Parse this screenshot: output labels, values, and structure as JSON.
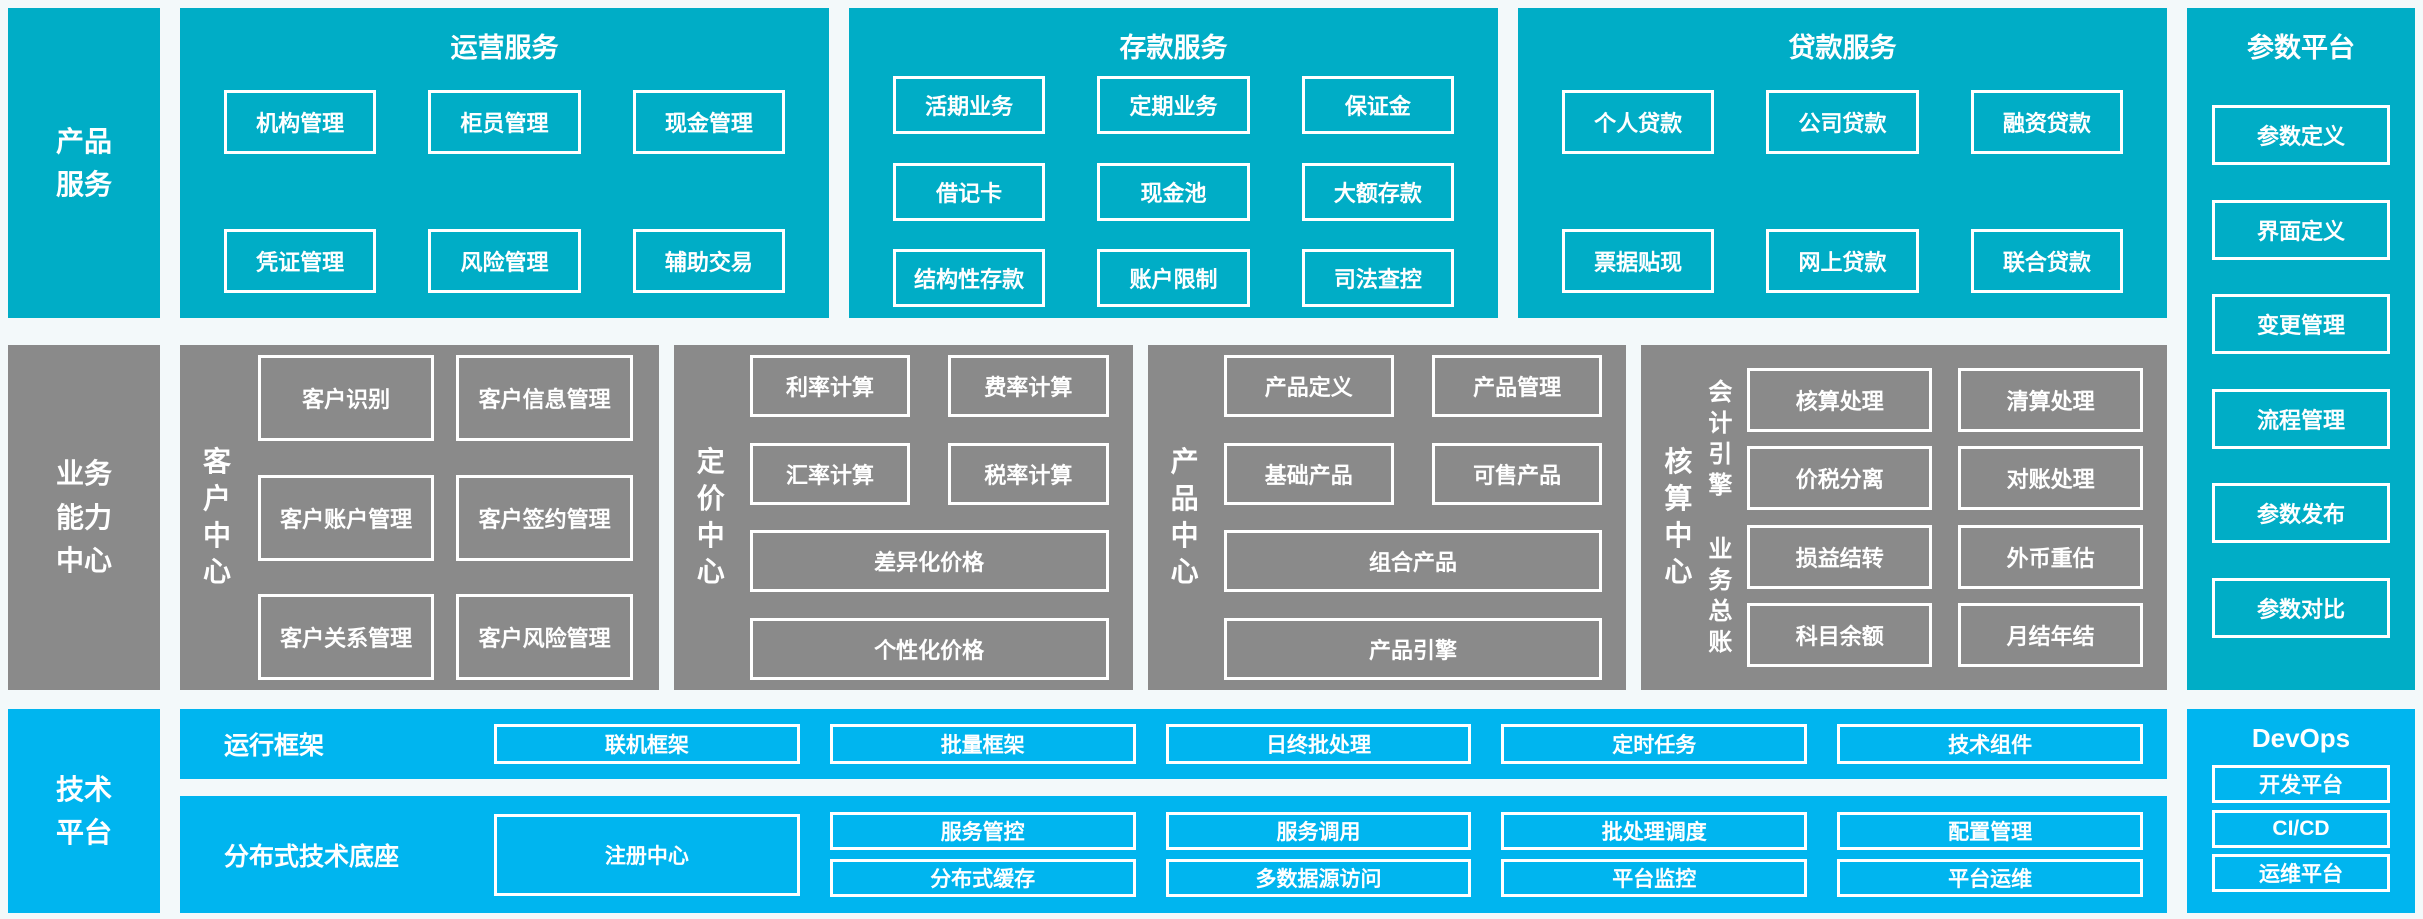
{
  "palette": {
    "teal": "#00adc6",
    "gray": "#8a8a8a",
    "sky_blue": "#00b5ef",
    "background": "#f3f9fa",
    "box_border": "#ffffff"
  },
  "rails": {
    "product_services": "产品\n服务",
    "business_capability": "业务\n能力\n中心",
    "tech_platform": "技术\n平台"
  },
  "row1": {
    "operations": {
      "title": "运营服务",
      "boxes": [
        "机构管理",
        "柜员管理",
        "现金管理",
        "凭证管理",
        "风险管理",
        "辅助交易"
      ]
    },
    "deposit": {
      "title": "存款服务",
      "boxes": [
        "活期业务",
        "定期业务",
        "保证金",
        "借记卡",
        "现金池",
        "大额存款",
        "结构性存款",
        "账户限制",
        "司法查控"
      ]
    },
    "loan": {
      "title": "贷款服务",
      "boxes": [
        "个人贷款",
        "公司贷款",
        "融资贷款",
        "票据贴现",
        "网上贷款",
        "联合贷款"
      ]
    }
  },
  "param_platform": {
    "title": "参数平台",
    "boxes": [
      "参数定义",
      "界面定义",
      "变更管理",
      "流程管理",
      "参数发布",
      "参数对比"
    ]
  },
  "row2": {
    "customer": {
      "label": "客户中心",
      "boxes": [
        "客户识别",
        "客户信息管理",
        "客户账户管理",
        "客户签约管理",
        "客户关系管理",
        "客户风险管理"
      ]
    },
    "pricing": {
      "label": "定价中心",
      "small_boxes": [
        "利率计算",
        "费率计算",
        "汇率计算",
        "税率计算"
      ],
      "wide_boxes": [
        "差异化价格",
        "个性化价格"
      ]
    },
    "product": {
      "label": "产品中心",
      "small_boxes": [
        "产品定义",
        "产品管理",
        "基础产品",
        "可售产品"
      ],
      "wide_boxes": [
        "组合产品",
        "产品引擎"
      ]
    },
    "accounting": {
      "label": "核算中心",
      "groups": [
        {
          "label": "会计引擎",
          "boxes": [
            "核算处理",
            "清算处理",
            "价税分离",
            "对账处理"
          ]
        },
        {
          "label": "业务总账",
          "boxes": [
            "损益结转",
            "外币重估",
            "科目余额",
            "月结年结"
          ]
        }
      ]
    }
  },
  "tech": {
    "runtime": {
      "label": "运行框架",
      "boxes": [
        "联机框架",
        "批量框架",
        "日终批处理",
        "定时任务",
        "技术组件"
      ]
    },
    "distributed": {
      "label": "分布式技术底座",
      "registry": "注册中心",
      "columns": [
        [
          "服务管控",
          "分布式缓存"
        ],
        [
          "服务调用",
          "多数据源访问"
        ],
        [
          "批处理调度",
          "平台监控"
        ],
        [
          "配置管理",
          "平台运维"
        ]
      ]
    },
    "devops": {
      "title": "DevOps",
      "boxes": [
        "开发平台",
        "CI/CD",
        "运维平台"
      ]
    }
  }
}
